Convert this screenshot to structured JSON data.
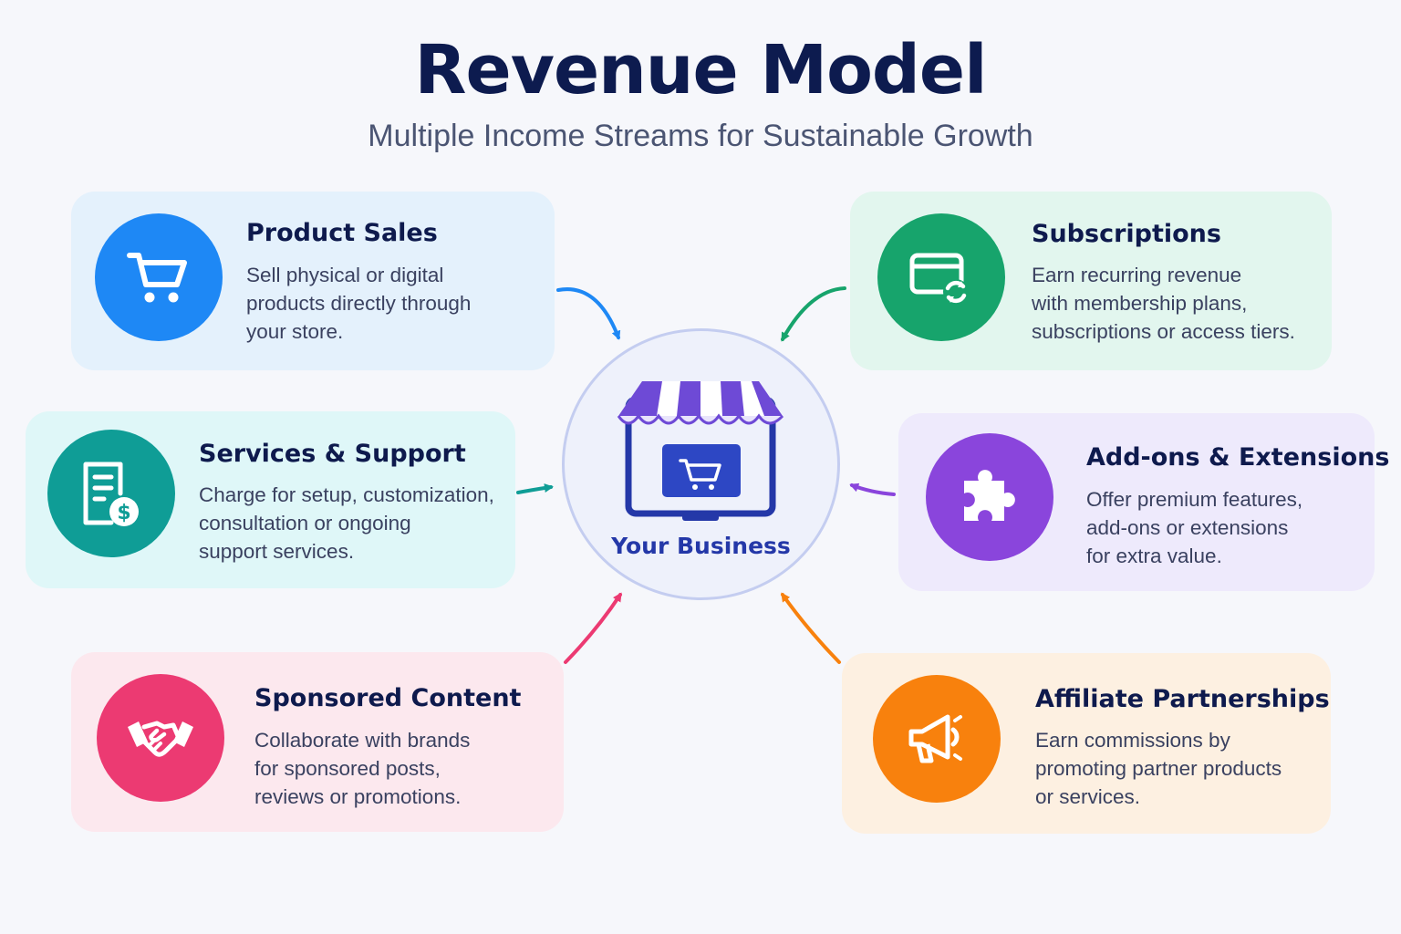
{
  "title": "Revenue Model",
  "subtitle": "Multiple Income Streams for Sustainable Growth",
  "hub": {
    "label": "Your Business",
    "icon": "storefront-icon"
  },
  "streams": [
    {
      "title": "Product Sales",
      "description": "Sell physical or digital\nproducts directly through\nyour store.",
      "icon": "shopping-cart-icon",
      "color": "#1e88f5",
      "background": "#e4f1fc"
    },
    {
      "title": "Subscriptions",
      "description": "Earn recurring revenue\nwith membership plans,\nsubscriptions or access tiers.",
      "icon": "recurring-card-icon",
      "color": "#17a46c",
      "background": "#e2f6ee"
    },
    {
      "title": "Services & Support",
      "description": "Charge for setup, customization,\nconsultation or ongoing\nsupport services.",
      "icon": "invoice-dollar-icon",
      "color": "#0f9d96",
      "background": "#dff7f8"
    },
    {
      "title": "Add-ons & Extensions",
      "description": "Offer premium features,\nadd-ons or extensions\nfor extra value.",
      "icon": "puzzle-piece-icon",
      "color": "#8a45dc",
      "background": "#eeeafc"
    },
    {
      "title": "Sponsored Content",
      "description": "Collaborate with brands\nfor sponsored posts,\nreviews or promotions.",
      "icon": "handshake-icon",
      "color": "#ec3a72",
      "background": "#fce8ee"
    },
    {
      "title": "Affiliate Partnerships",
      "description": "Earn commissions by\npromoting partner products\nor services.",
      "icon": "megaphone-icon",
      "color": "#f8810d",
      "background": "#fdf0e1"
    }
  ]
}
